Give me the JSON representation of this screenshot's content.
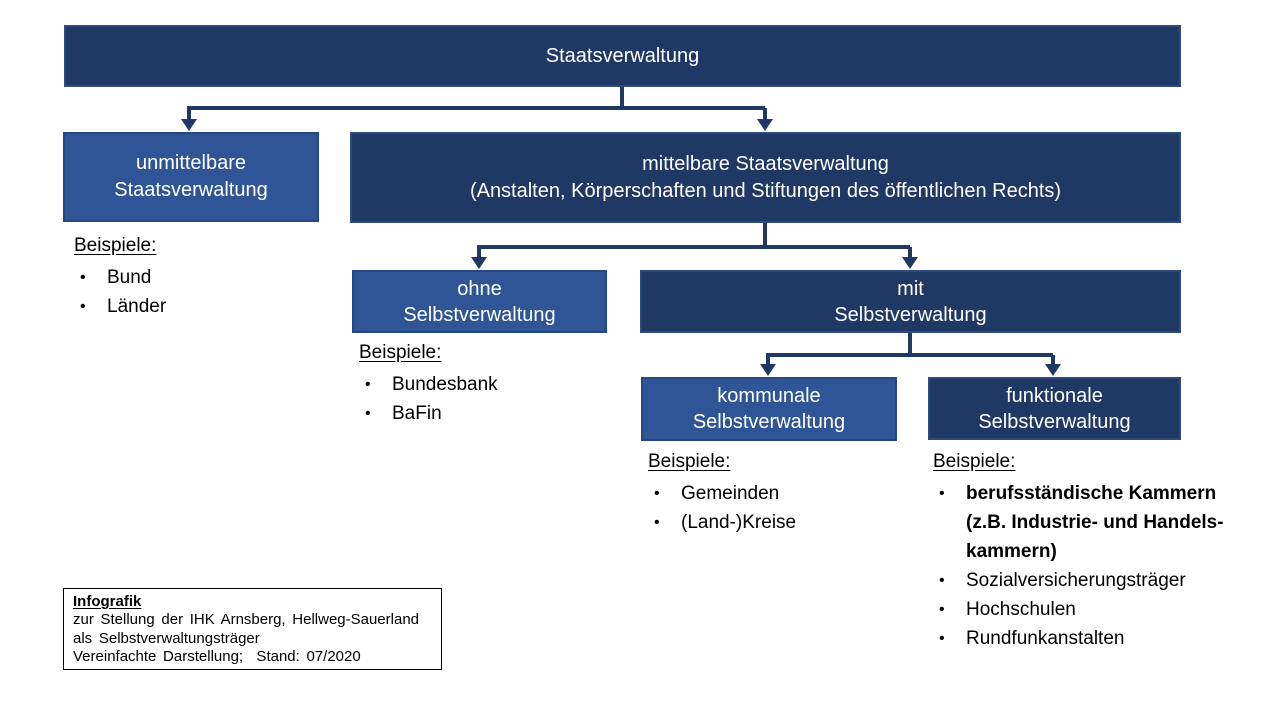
{
  "colors": {
    "dark_blue": "#1F3864",
    "medium_blue": "#2F5597",
    "connector": "#1F3864",
    "box_text": "#FFFFFF",
    "body_text": "#000000"
  },
  "bullet": "•",
  "nodes": {
    "staatsverwaltung": {
      "label": "Staatsverwaltung"
    },
    "unmittelbare": {
      "line1": "unmittelbare",
      "line2": "Staatsverwaltung"
    },
    "mittelbare": {
      "line1": "mittelbare Staatsverwaltung",
      "line2": "(Anstalten, Körperschaften und Stiftungen des öffentlichen Rechts)"
    },
    "ohne": {
      "line1": "ohne",
      "line2": "Selbstverwaltung"
    },
    "mit": {
      "line1": "mit",
      "line2": "Selbstverwaltung"
    },
    "kommunale": {
      "line1": "kommunale",
      "line2": "Selbstverwaltung"
    },
    "funktionale": {
      "line1": "funktionale",
      "line2": "Selbstverwaltung"
    }
  },
  "examples": {
    "heading": "Beispiele:",
    "unmittelbare": {
      "items": [
        "Bund",
        "Länder"
      ]
    },
    "ohne": {
      "items": [
        "Bundesbank",
        "BaFin"
      ]
    },
    "kommunale": {
      "items": [
        "Gemeinden",
        "(Land-)Kreise"
      ]
    },
    "funktionale": {
      "bold_item_lines": [
        "berufsständische Kammern",
        "(z.B. Industrie- und Handels-",
        "kammern)"
      ],
      "items": [
        "Sozialversicherungsträger",
        "Hochschulen",
        "Rundfunkanstalten"
      ]
    }
  },
  "infobox": {
    "title": "Infografik",
    "lines": [
      "zur Stellung der IHK Arnsberg, Hellweg-Sauerland",
      "als Selbstverwaltungsträger",
      "Vereinfachte Darstellung;  Stand: 07/2020"
    ]
  }
}
